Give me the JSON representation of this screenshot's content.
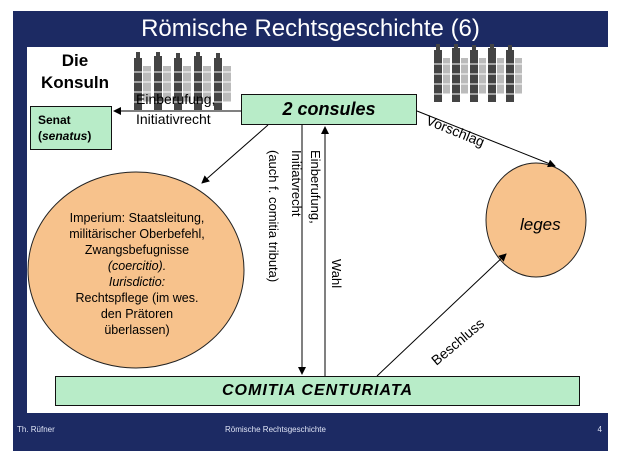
{
  "slide": {
    "title": "Römische Rechtsgeschichte (6)",
    "heading_line1": "Die",
    "heading_line2": "Konsuln",
    "consules_label": "2 consules",
    "senat_label": "Senat",
    "senat_latin": "senatus",
    "comitia_label": "COMITIA CENTURIATA",
    "leges_label": "leges",
    "imperium_lines": [
      "Imperium: Staatsleitung,",
      "militärischer Oberbefehl,",
      "Zwangsbefugnisse",
      "(coercitio).",
      "Iurisdictio:",
      "Rechtspflege (im wes.",
      "den Prätoren",
      "überlassen)"
    ],
    "arrow_labels": {
      "einberufung_senat": "Einberufung,",
      "initiativrecht_senat": "Initiativrecht",
      "vorschlag": "Vorschlag",
      "beschluss": "Beschluss",
      "wahl": "Wahl",
      "einberufung_vertical_1": "Einberufung,",
      "einberufung_vertical_2": "Initiatvrecht",
      "einberufung_vertical_3": "(auch f. comitia tributa)"
    },
    "footer_author": "Th. Rüfner",
    "footer_center": "Römische Rechtsgeschichte",
    "footer_page": "4"
  },
  "colors": {
    "title_bar": "#1c2a63",
    "box_fill": "#b8ecc8",
    "ellipse_fill": "#f7c28c",
    "text": "#000000"
  }
}
